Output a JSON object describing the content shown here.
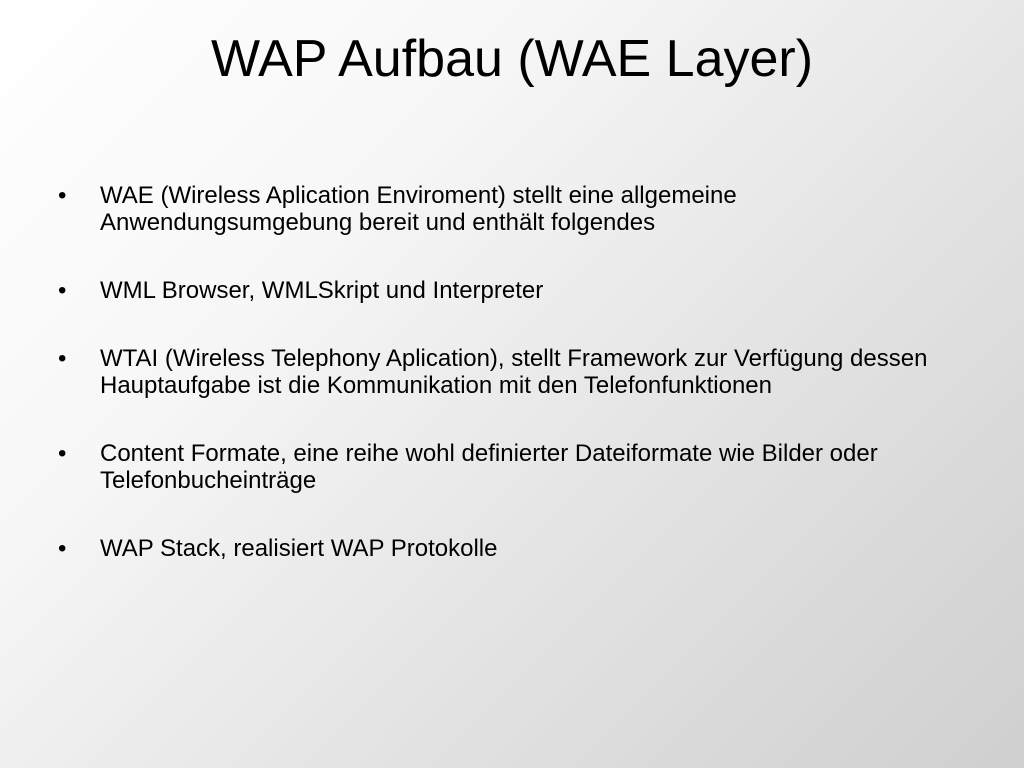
{
  "slide": {
    "title": "WAP Aufbau (WAE Layer)",
    "bullet_symbol": "•",
    "bullets": [
      "WAE (Wireless Aplication Enviroment) stellt eine allgemeine Anwendungsumgebung bereit und enthält folgendes",
      "WML Browser, WMLSkript und Interpreter",
      "WTAI (Wireless Telephony Aplication), stellt Framework zur Verfügung dessen Hauptaufgabe ist die Kommunikation mit den Telefonfunktionen",
      "Content Formate, eine reihe wohl definierter Dateiformate wie Bilder oder Telefonbucheinträge",
      "WAP Stack, realisiert WAP Protokolle"
    ]
  }
}
